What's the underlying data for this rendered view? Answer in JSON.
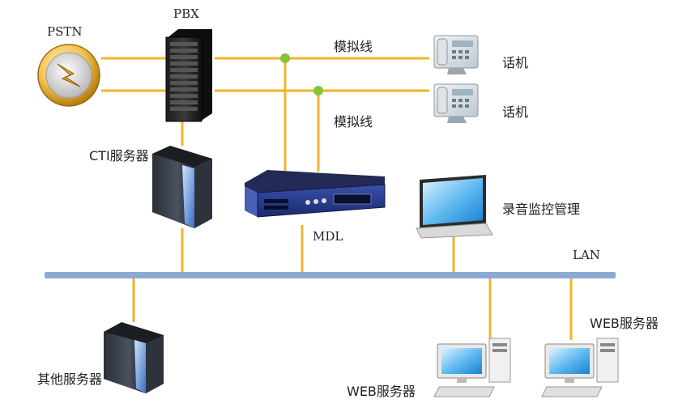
{
  "labels": {
    "pstn": "PSTN",
    "pbx": "PBX",
    "analog_line_top": "模拟线",
    "analog_line_bottom": "模拟线",
    "phone_1": "话机",
    "phone_2": "话机",
    "cti_server": "CTI服务器",
    "mdl": "MDL",
    "recording_monitor": "录音监控管理",
    "lan": "LAN",
    "other_server": "其他服务器",
    "web_server_1": "WEB服务器",
    "web_server_2": "WEB服务器"
  },
  "colors": {
    "line": "#F0B429",
    "junction": "#86C33A",
    "lan_bus": "#8AAAD3"
  }
}
